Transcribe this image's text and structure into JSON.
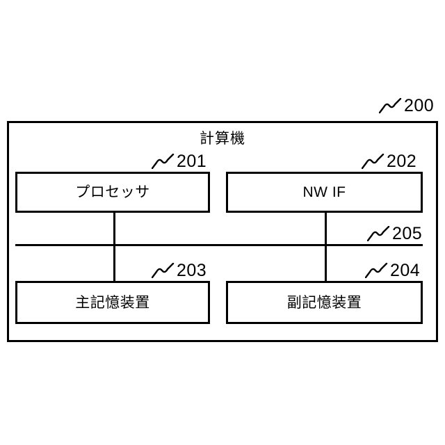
{
  "figure": {
    "type": "patent-block-diagram",
    "enclosure": {
      "title": "計算機",
      "reference": "200"
    },
    "blocks": [
      {
        "id": "processor",
        "label": "プロセッサ",
        "reference": "201"
      },
      {
        "id": "nwif",
        "label": "NW IF",
        "reference": "202"
      },
      {
        "id": "mainmem",
        "label": "主記憶装置",
        "reference": "203"
      },
      {
        "id": "submem",
        "label": "副記憶装置",
        "reference": "204"
      }
    ],
    "bus": {
      "label": "",
      "reference": "205"
    },
    "colors": {
      "line": "#000000",
      "background": "#ffffff"
    }
  }
}
